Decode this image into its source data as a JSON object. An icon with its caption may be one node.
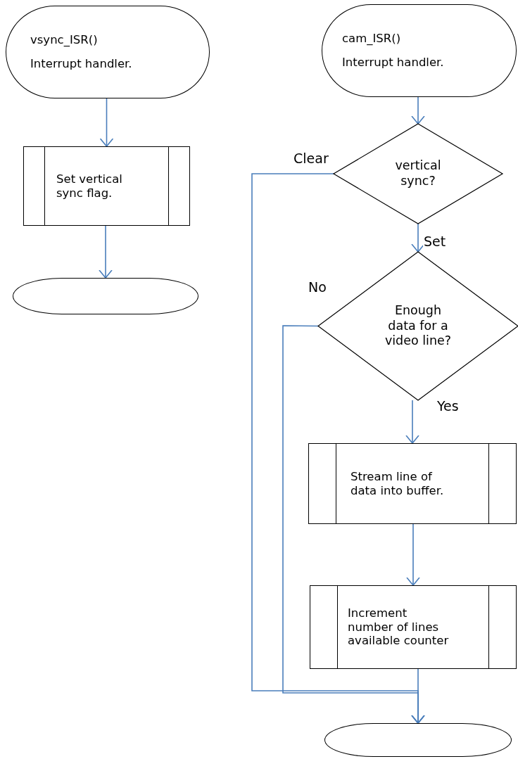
{
  "diagram": {
    "nodes": [
      {
        "text": [
          "vsync_ISR()",
          "Interrupt handler."
        ]
      },
      {
        "text": [
          "Set vertical sync flag."
        ]
      },
      {
        "text": [],
        "shape": "oval"
      },
      {
        "text": [
          "cam_ISR()",
          "Interrupt handler."
        ]
      },
      {
        "text": [
          "vertical sync?"
        ]
      },
      {
        "text": [
          "Enough data for a video line?"
        ]
      },
      {
        "text": [
          "Stream line of data into buffer."
        ]
      },
      {
        "text": [
          "Increment number of lines available counter"
        ]
      },
      {
        "text": [],
        "shape": "oval"
      }
    ],
    "edges": [
      {
        "from": 0,
        "to": 1,
        "arrow": "to"
      },
      {
        "from": 1,
        "to": 2,
        "arrow": "to"
      },
      {
        "from": 3,
        "to": 4,
        "arrow": "to"
      },
      {
        "from": 4,
        "to": 5,
        "arrow": "to",
        "label": "Set"
      },
      {
        "from": 5,
        "to": 6,
        "arrow": "to",
        "label": "Yes"
      },
      {
        "from": 6,
        "to": 7,
        "arrow": "to"
      },
      {
        "from": 7,
        "to": 8,
        "arrow": "to"
      },
      {
        "from": 4,
        "to": 8,
        "arrow": "to",
        "label": "Clear"
      },
      {
        "from": 5,
        "to": 8,
        "arrow": "to",
        "label": "No"
      }
    ]
  }
}
